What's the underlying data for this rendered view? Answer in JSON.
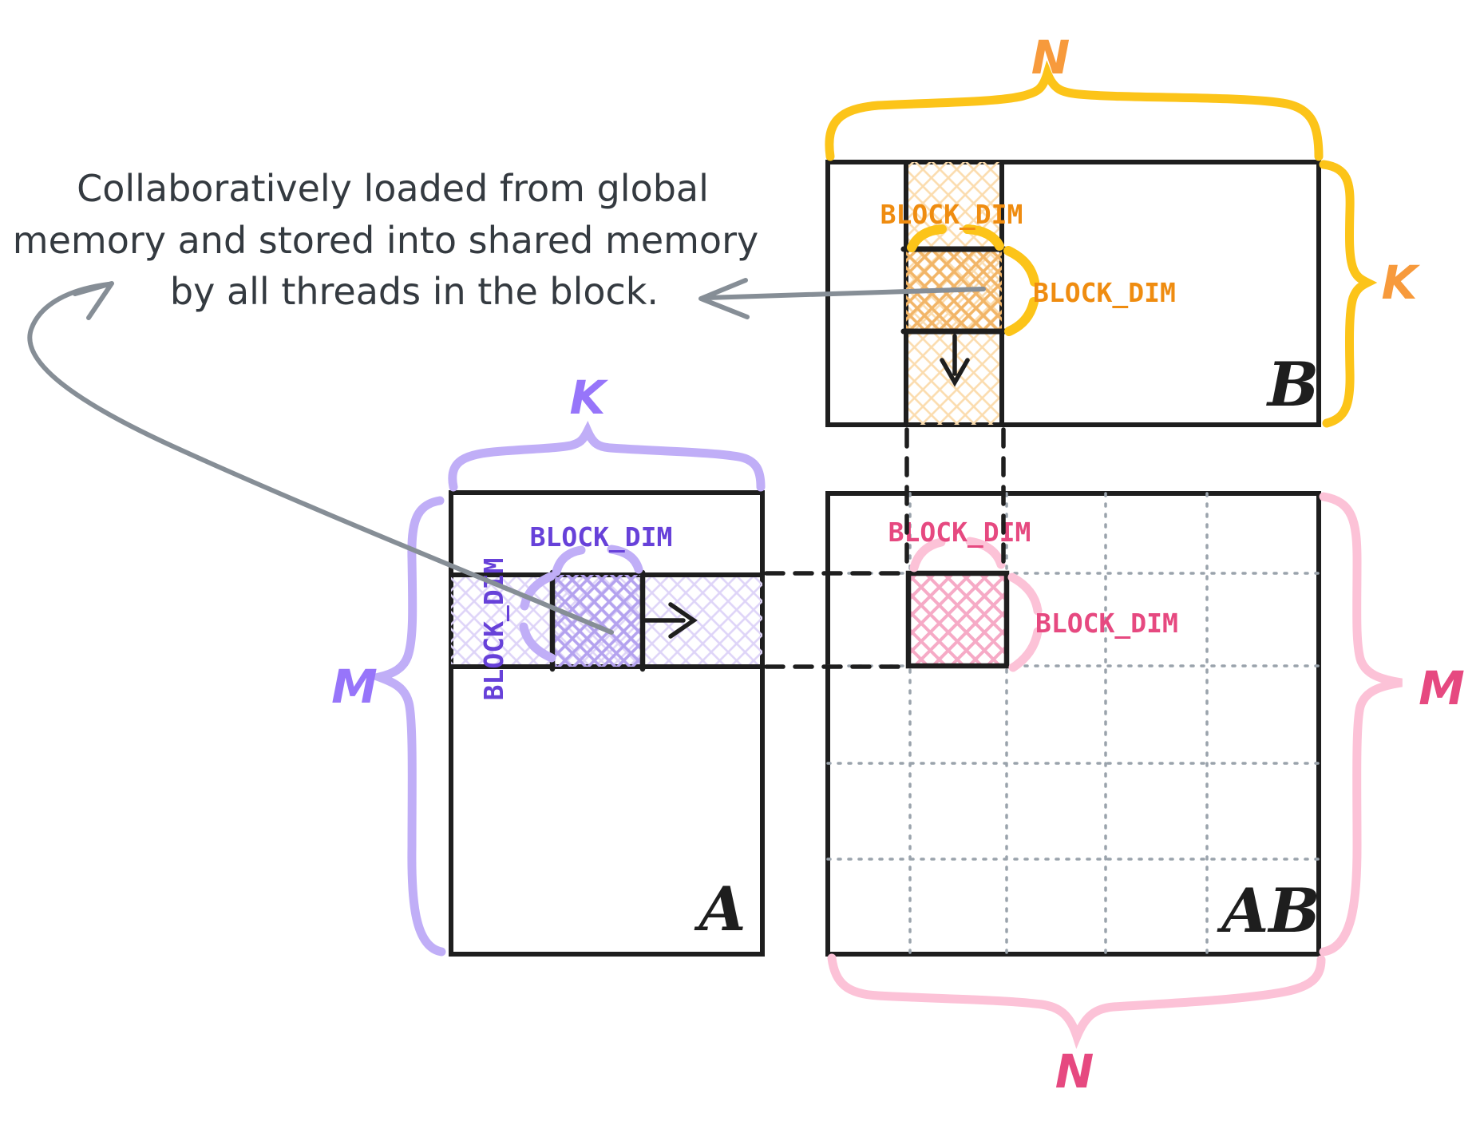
{
  "colors": {
    "ink": "#1e1e1e",
    "annotation": "#343a40",
    "arrow_gray": "#868e96",
    "grid_gray": "#9aa3ac",
    "purple_strong": "#6741d9",
    "purple_mid": "#9775fa",
    "purple_light": "#c0aef7",
    "purple_hatch_light": "#ded4f8",
    "purple_hatch_dark": "#b4a2ef",
    "orange_strong": "#ef8c10",
    "orange_mid": "#f79a3c",
    "yellow": "#fcc419",
    "orange_hatch_light": "#fbdcae",
    "orange_hatch_dark": "#f2b567",
    "pink_strong": "#e64980",
    "pink_light": "#fcc2d7",
    "pink_hatch": "#f6aac6"
  },
  "annotation": {
    "line1": "Collaboratively loaded from global",
    "line2": "memory and stored into shared memory",
    "line3": "by all threads in the block."
  },
  "matrix_b": {
    "name": "B",
    "dim_top": "N",
    "dim_right": "K",
    "block_dim_top": "BLOCK_DIM",
    "block_dim_right": "BLOCK_DIM"
  },
  "matrix_a": {
    "name": "A",
    "dim_top": "K",
    "dim_left": "M",
    "block_dim_top": "BLOCK_DIM",
    "block_dim_left": "BLOCK_DIM"
  },
  "matrix_ab": {
    "name": "AB",
    "dim_right": "M",
    "dim_bottom": "N",
    "block_dim_top": "BLOCK_DIM",
    "block_dim_right": "BLOCK_DIM"
  }
}
